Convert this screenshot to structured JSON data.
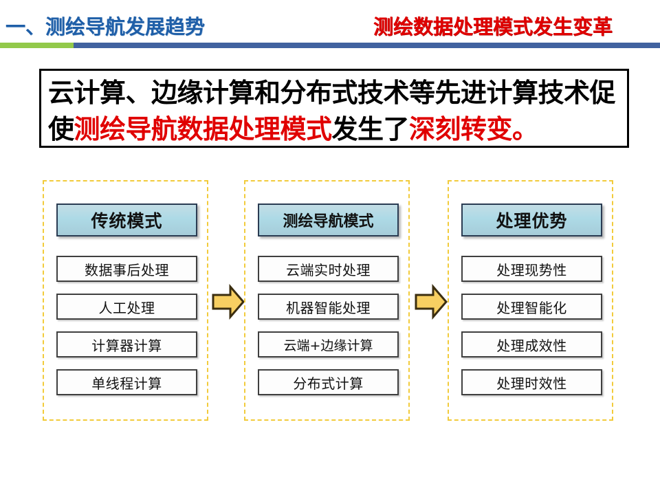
{
  "header": {
    "title_left": "一、测绘导航发展趋势",
    "title_right": "测绘数据处理模式发生变革",
    "rule_green": "#92c94a",
    "rule_blue": "#41629f",
    "title_left_color": "#1f5fa8",
    "title_right_color": "#e00000"
  },
  "callout": {
    "line1": "云计算、边缘计算和分布式技术等先进计算技术促",
    "line2_part1": "使",
    "line2_part2": "测绘导航数据处理模式",
    "line2_part3": "发生了",
    "line2_part4": "深刻转变。",
    "highlight_color": "#e00000"
  },
  "diagram": {
    "arrow_color": "#f7cf62",
    "arrow_outline": "#3b2e10",
    "dashed_border_color": "#f2cb3b",
    "head_fill_color": "#addae6",
    "columns": [
      {
        "head": "传统模式",
        "items": [
          "数据事后处理",
          "人工处理",
          "计算器计算",
          "单线程计算"
        ]
      },
      {
        "head": "测绘导航模式",
        "items": [
          "云端实时处理",
          "机器智能处理",
          "云端+边缘计算",
          "分布式计算"
        ]
      },
      {
        "head": "处理优势",
        "items": [
          "处理现势性",
          "处理智能化",
          "处理成效性",
          "处理时效性"
        ]
      }
    ],
    "arrows": [
      "arrow-right-icon",
      "arrow-right-icon"
    ]
  }
}
